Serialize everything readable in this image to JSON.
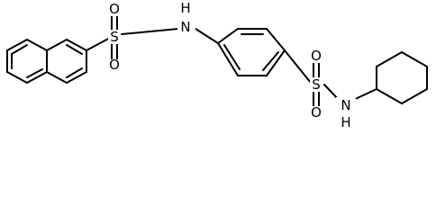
{
  "molecule": {
    "atom_labels": {
      "s_left": "S",
      "o_left_top": "O",
      "o_left_bottom": "O",
      "nh_top": "N",
      "h_top": "H",
      "s_right": "S",
      "o_right_top": "O",
      "o_right_bottom": "O",
      "nh_bottom": "N",
      "h_bottom": "H"
    }
  },
  "colors": {
    "bond": "#000000",
    "background": "#ffffff"
  }
}
